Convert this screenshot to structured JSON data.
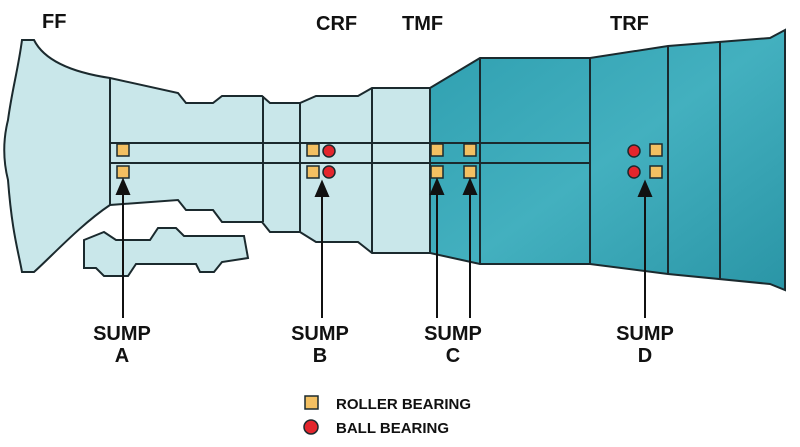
{
  "diagram": {
    "frames": {
      "ff": "FF",
      "crf": "CRF",
      "tmf": "TMF",
      "trf": "TRF"
    },
    "sumps": [
      {
        "word": "SUMP",
        "letter": "A"
      },
      {
        "word": "SUMP",
        "letter": "B"
      },
      {
        "word": "SUMP",
        "letter": "C"
      },
      {
        "word": "SUMP",
        "letter": "D"
      }
    ],
    "legend": {
      "roller": "ROLLER BEARING",
      "ball": "BALL BEARING"
    },
    "colors": {
      "engine_light": "#c9e7ea",
      "engine_dark": "#3fa9b8",
      "outline": "#1b2a2e",
      "roller": "#f3c062",
      "ball": "#e3262d"
    }
  }
}
